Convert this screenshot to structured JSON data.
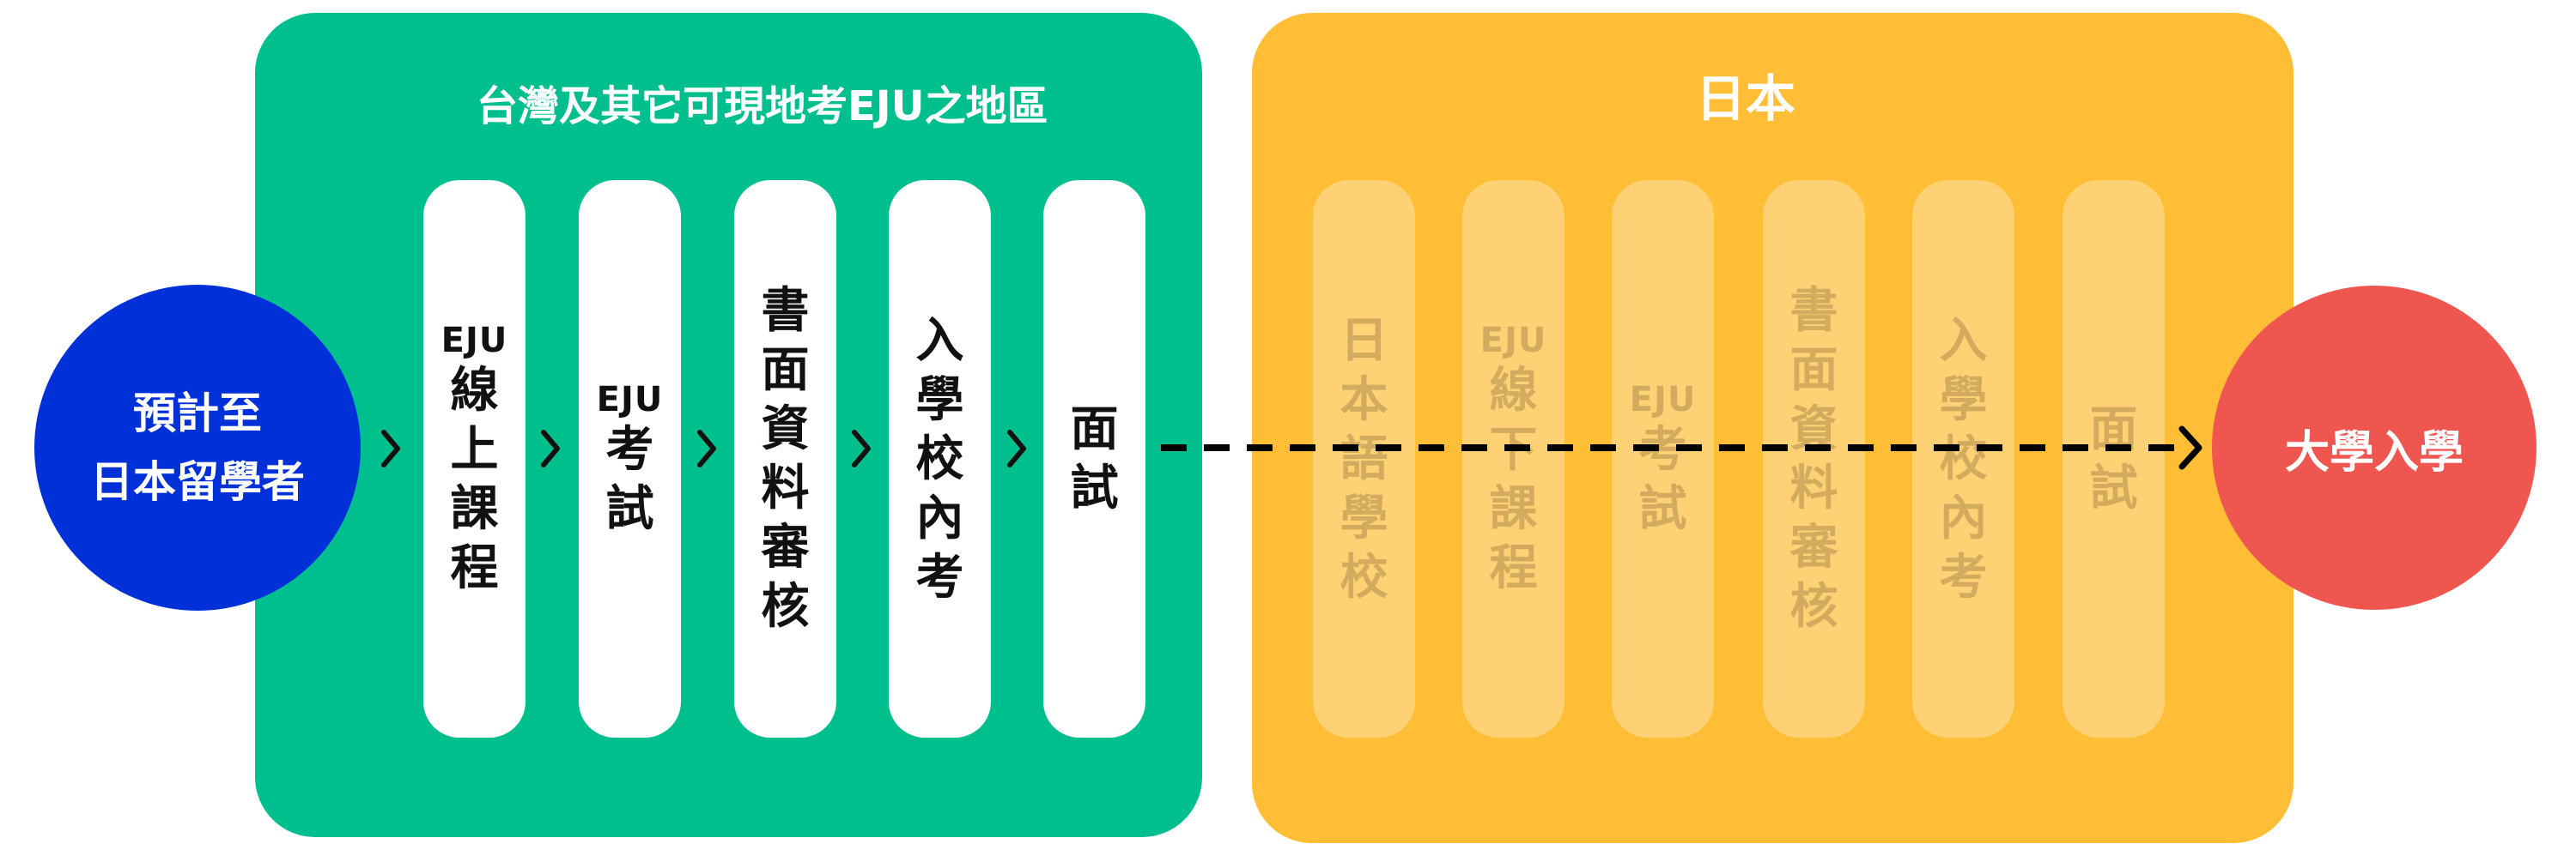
{
  "start": {
    "line1": "預計至",
    "line2": "日本留學者",
    "color": "#0030D8"
  },
  "taiwan": {
    "title": "台灣及其它可現地考EJU之地區",
    "color": "#00BF8F",
    "steps": [
      {
        "prefix": "EJU",
        "label": "線上課程"
      },
      {
        "prefix": "EJU",
        "label": "考試"
      },
      {
        "prefix": "",
        "label": "書面資料審核"
      },
      {
        "prefix": "",
        "label": "入學校內考"
      },
      {
        "prefix": "",
        "label": "面試"
      }
    ]
  },
  "japan": {
    "title": "日本",
    "color": "#FFBE35",
    "steps": [
      {
        "prefix": "",
        "label": "日本語學校"
      },
      {
        "prefix": "EJU",
        "label": "線下課程"
      },
      {
        "prefix": "EJU",
        "label": "考試"
      },
      {
        "prefix": "",
        "label": "書面資料審核"
      },
      {
        "prefix": "",
        "label": "入學校內考"
      },
      {
        "prefix": "",
        "label": "面試"
      }
    ]
  },
  "end": {
    "label": "大學入學",
    "color": "#F05650"
  },
  "icons": {
    "step_arrow": "chevron-right-icon",
    "path_arrow": "dashed-arrow-icon"
  }
}
